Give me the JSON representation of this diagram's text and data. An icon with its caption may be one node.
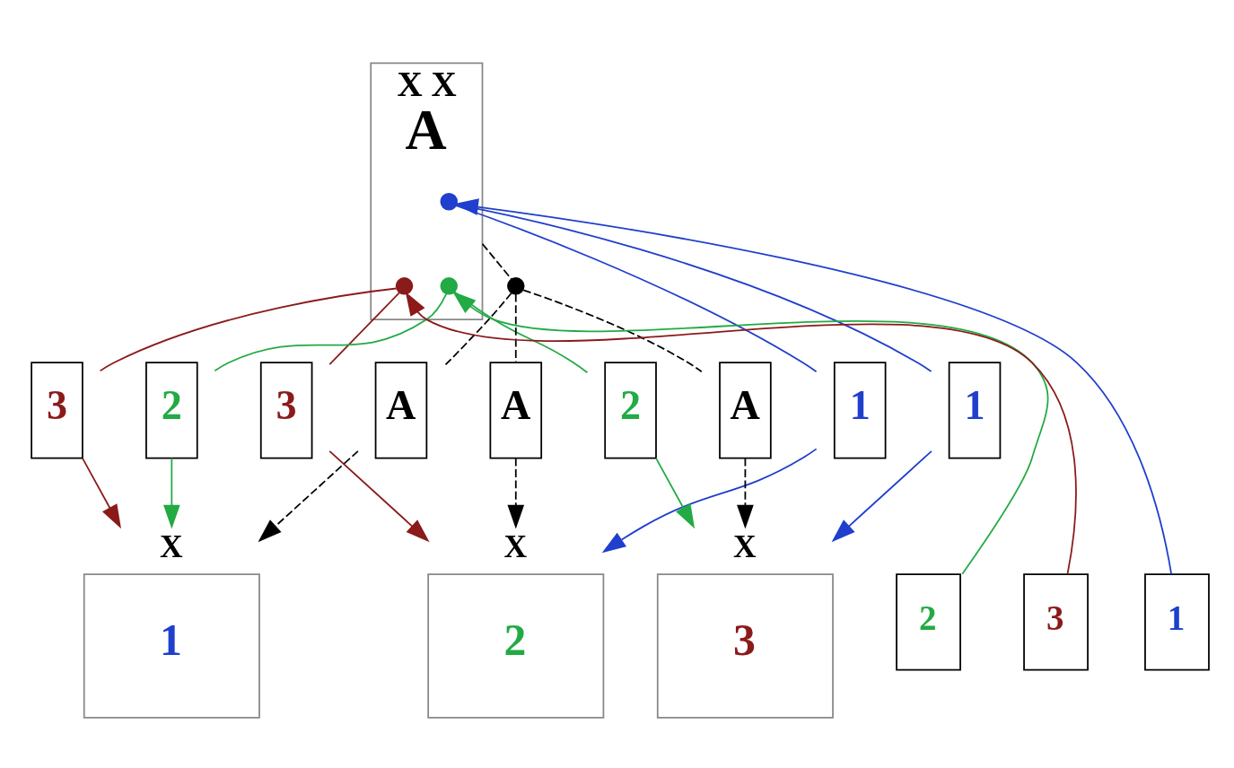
{
  "diagram": {
    "nodes": [
      {
        "text": [
          "X X",
          "A"
        ]
      },
      {
        "text": [],
        "shape": "circle",
        "in": 0
      },
      {
        "text": [],
        "shape": "circle",
        "in": 0
      },
      {
        "text": [],
        "shape": "circle",
        "in": 0
      },
      {
        "text": [],
        "shape": "circle"
      },
      {
        "text": [
          "A"
        ]
      },
      {
        "text": [
          "3"
        ]
      },
      {
        "text": [
          "2"
        ]
      },
      {
        "text": [
          "1"
        ]
      },
      {
        "text": [
          "A"
        ]
      },
      {
        "text": [
          "3"
        ]
      },
      {
        "text": [
          "2"
        ]
      },
      {
        "text": [
          "1"
        ]
      },
      {
        "text": [
          "A"
        ]
      },
      {
        "text": [
          "1"
        ]
      },
      {
        "text": [
          "2"
        ]
      },
      {
        "text": [
          "3"
        ]
      },
      {
        "text": [
          "1"
        ],
        "beside": [
          "X"
        ]
      },
      {
        "text": [
          "2"
        ],
        "beside": [
          "X"
        ]
      },
      {
        "text": [
          "3"
        ],
        "beside": [
          "X"
        ]
      }
    ],
    "edges": [
      {
        "from": 14,
        "to": 1,
        "arrow": "to",
        "color": "#1f3fcc"
      },
      {
        "from": 16,
        "to": 2,
        "arrow": "to",
        "color": "#8b1a1a"
      },
      {
        "from": 15,
        "to": 3,
        "arrow": "to",
        "color": "#22aa44"
      },
      {
        "from": 1,
        "to": 8,
        "arrow": "none",
        "color": "#1f3fcc"
      },
      {
        "from": 1,
        "to": 12,
        "arrow": "none",
        "color": "#1f3fcc"
      },
      {
        "from": 2,
        "to": 6,
        "arrow": "none",
        "color": "#8b1a1a"
      },
      {
        "from": 2,
        "to": 10,
        "arrow": "none",
        "color": "#8b1a1a"
      },
      {
        "from": 3,
        "to": 7,
        "arrow": "none",
        "color": "#22aa44"
      },
      {
        "from": 3,
        "to": 11,
        "arrow": "none",
        "color": "#22aa44"
      },
      {
        "from": 0,
        "to": 4,
        "arrow": "none",
        "style": "dashed"
      },
      {
        "from": 4,
        "to": 5,
        "arrow": "none",
        "style": "dashed"
      },
      {
        "from": 4,
        "to": 9,
        "arrow": "none",
        "style": "dashed"
      },
      {
        "from": 4,
        "to": 13,
        "arrow": "none",
        "style": "dashed"
      },
      {
        "from": 5,
        "to": 17,
        "arrow": "to",
        "style": "dashed"
      },
      {
        "from": 6,
        "to": 17,
        "arrow": "to",
        "color": "#8b1a1a"
      },
      {
        "from": 7,
        "to": 17,
        "arrow": "to",
        "color": "#22aa44"
      },
      {
        "from": 8,
        "to": 18,
        "arrow": "to",
        "color": "#1f3fcc"
      },
      {
        "from": 9,
        "to": 18,
        "arrow": "to",
        "style": "dashed"
      },
      {
        "from": 10,
        "to": 18,
        "arrow": "to",
        "color": "#8b1a1a"
      },
      {
        "from": 11,
        "to": 19,
        "arrow": "to",
        "color": "#22aa44"
      },
      {
        "from": 12,
        "to": 19,
        "arrow": "to",
        "color": "#1f3fcc"
      },
      {
        "from": 13,
        "to": 19,
        "arrow": "to",
        "style": "dashed"
      }
    ]
  }
}
